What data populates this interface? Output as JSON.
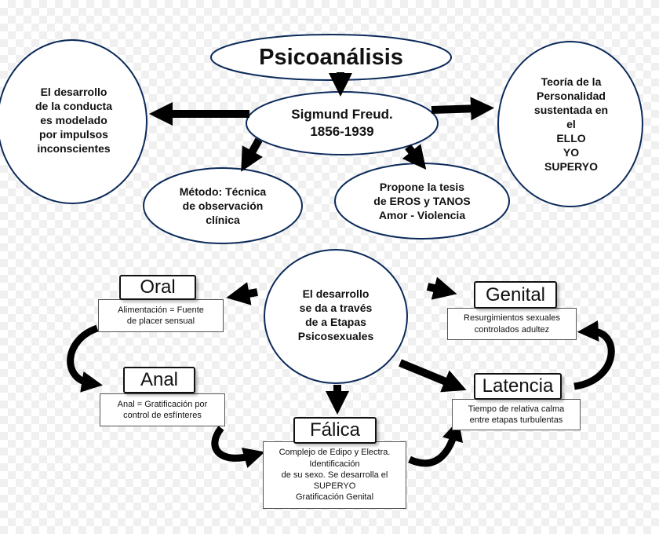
{
  "colors": {
    "ellipse_stroke": "#0b2a5a",
    "arrow": "#000000",
    "text": "#111111"
  },
  "nodes": {
    "title": "Psicoanálisis",
    "freud": "Sigmund Freud.\n1856-1939",
    "conducta": "El desarrollo\nde la conducta\nes modelado\npor impulsos\ninconscientes",
    "personalidad": "Teoría de la\nPersonalidad\nsustentada en\nel\nELLO\nYO\nSUPERYO",
    "metodo": "Método: Técnica\nde observación\nclínica",
    "tesis": "Propone la tesis\nde EROS y TANOS\nAmor - Violencia",
    "etapas": "El desarrollo\nse da a través\nde a  Etapas\nPsicosexuales"
  },
  "stages": {
    "oral": {
      "name": "Oral",
      "desc": "Alimentación = Fuente\nde placer sensual"
    },
    "anal": {
      "name": "Anal",
      "desc": "Anal = Gratificación por\ncontrol de esfínteres"
    },
    "falica": {
      "name": "Fálica",
      "desc": "Complejo de Edipo y Electra.\nIdentificación\nde su sexo. Se desarrolla el\nSUPERYO\nGratificación Genital"
    },
    "latencia": {
      "name": "Latencia",
      "desc": "Tiempo de relativa calma\nentre etapas turbulentas"
    },
    "genital": {
      "name": "Genital",
      "desc": "Resurgimientos sexuales\ncontrolados adultez"
    }
  }
}
